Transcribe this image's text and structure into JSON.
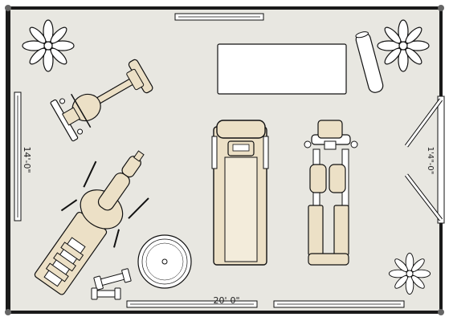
{
  "plan": {
    "colors": {
      "floor": "#e8e7e1",
      "wall": "#1a1a1a",
      "equipment": "#ece0c6",
      "outline": "#111111",
      "white": "#ffffff"
    },
    "dimensions": {
      "width_label": "20'-0\"",
      "height_label": "14'-0\"",
      "door_label": "1'4\"-0\""
    }
  }
}
